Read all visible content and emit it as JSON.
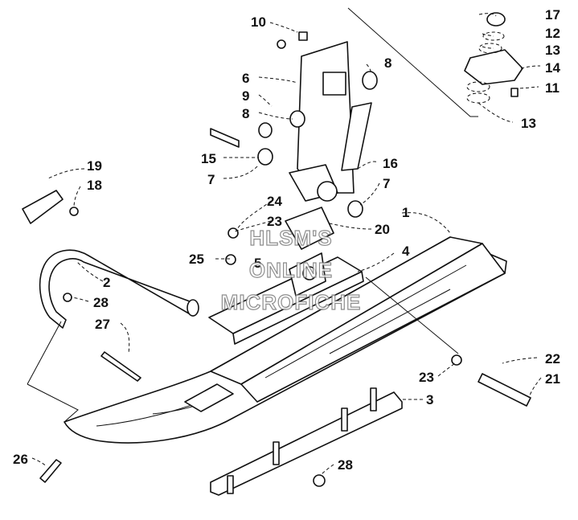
{
  "watermark": {
    "line1": "HLSM'S",
    "line2": "ONLINE",
    "line3": "MICROFICHE"
  },
  "callouts": {
    "c1": "1",
    "c2": "2",
    "c3": "3",
    "c4": "4",
    "c5": "5",
    "c6": "6",
    "c7a": "7",
    "c7b": "7",
    "c8a": "8",
    "c8b": "8",
    "c9": "9",
    "c10": "10",
    "c11": "11",
    "c12": "12",
    "c13a": "13",
    "c13b": "13",
    "c14": "14",
    "c15": "15",
    "c16": "16",
    "c17": "17",
    "c18": "18",
    "c19": "19",
    "c20": "20",
    "c21": "21",
    "c22": "22",
    "c23a": "23",
    "c23b": "23",
    "c24": "24",
    "c25": "25",
    "c26": "26",
    "c27": "27",
    "c28a": "28",
    "c28b": "28"
  },
  "colors": {
    "ink": "#111111",
    "paper": "#ffffff",
    "watermark": "#7a7a7a"
  }
}
